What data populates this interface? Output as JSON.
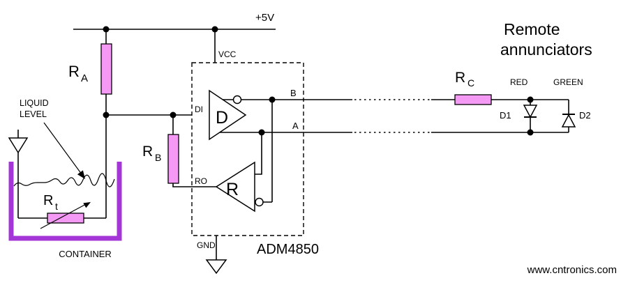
{
  "colors": {
    "resistor_fill": "#F49AF4",
    "container": "#A435D6",
    "watermark": "#8DC63F",
    "wire": "#000000"
  },
  "supply": {
    "label": "+5V"
  },
  "chip": {
    "name": "ADM4850",
    "driver_label": "D",
    "receiver_label": "R",
    "pins": {
      "vcc": "VCC",
      "di": "DI",
      "ro": "RO",
      "gnd": "GND",
      "b": "B",
      "a": "A"
    }
  },
  "resistors": {
    "ra": {
      "base": "R",
      "sub": "A"
    },
    "rb": {
      "base": "R",
      "sub": "B"
    },
    "rt": {
      "base": "R",
      "sub": "t"
    },
    "rc": {
      "base": "R",
      "sub": "C"
    }
  },
  "sensor": {
    "liquid_level_line1": "LIQUID",
    "liquid_level_line2": "LEVEL",
    "container_label": "CONTAINER"
  },
  "annunciators": {
    "heading_line1": "Remote",
    "heading_line2": "annunciators",
    "red_label": "RED",
    "green_label": "GREEN",
    "d1_label": "D1",
    "d2_label": "D2"
  },
  "watermark": {
    "text": "www.cntronics.com"
  }
}
